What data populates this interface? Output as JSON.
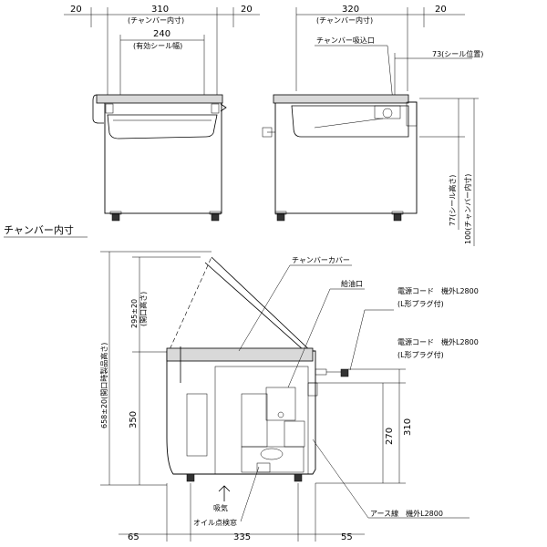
{
  "front_view": {
    "dim_left_margin": "20",
    "dim_width": "310",
    "dim_width_label": "(チャンバー内寸)",
    "dim_right_margin": "20",
    "dim_seal": "240",
    "dim_seal_label": "(有効シール幅)"
  },
  "side_view": {
    "dim_width": "320",
    "dim_width_label": "(チャンバー内寸)",
    "dim_right_margin": "20",
    "chamber_intake_label": "チャンバー吸込口",
    "seal_position": "73(シール位置)",
    "seal_height": "77(シール高さ)",
    "chamber_depth": "100(チャンバー内寸)"
  },
  "section_title": "チャンバー内寸",
  "main_view": {
    "chamber_cover_label": "チャンバーカバー",
    "oil_inlet_label": "給油口",
    "power_cord_1": "電源コード　機外L2800",
    "plug_1": "(L形プラグ付)",
    "power_cord_2": "電源コード　機外L2800",
    "plug_2": "(L形プラグ付)",
    "earth_wire_label": "アース線　機外L2800",
    "oil_window_label": "オイル点検窓",
    "exhaust_label": "吸気",
    "dim_open_height": "658±20(開口時製品高さ)",
    "dim_lid_open": "295±20",
    "dim_lid_open_label": "(開口高さ)",
    "dim_body_height": "350",
    "dim_270": "270",
    "dim_310": "310",
    "dim_bottom_left": "65",
    "dim_bottom_mid": "335",
    "dim_bottom_right": "55"
  }
}
